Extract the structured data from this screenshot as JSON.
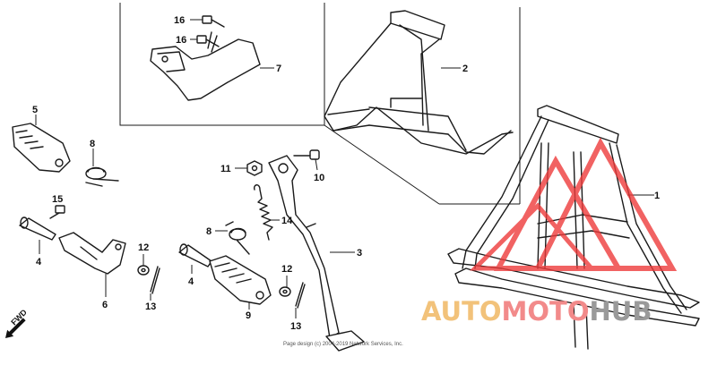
{
  "callouts": [
    "1",
    "2",
    "3",
    "4",
    "4",
    "5",
    "6",
    "7",
    "8",
    "8",
    "9",
    "10",
    "11",
    "12",
    "12",
    "13",
    "13",
    "14",
    "15",
    "16",
    "16"
  ],
  "direction_label": "FWD",
  "copyright": "Page design (c) 2004-2019 Network Services, Inc.",
  "watermark": {
    "part1": "AUTO",
    "part2": "MOTO",
    "part3": "HUB",
    "color1": "#f2c27a",
    "color2": "#f28a8a",
    "color3": "#9a9a9a",
    "logo_color": "#ee3b3b"
  }
}
